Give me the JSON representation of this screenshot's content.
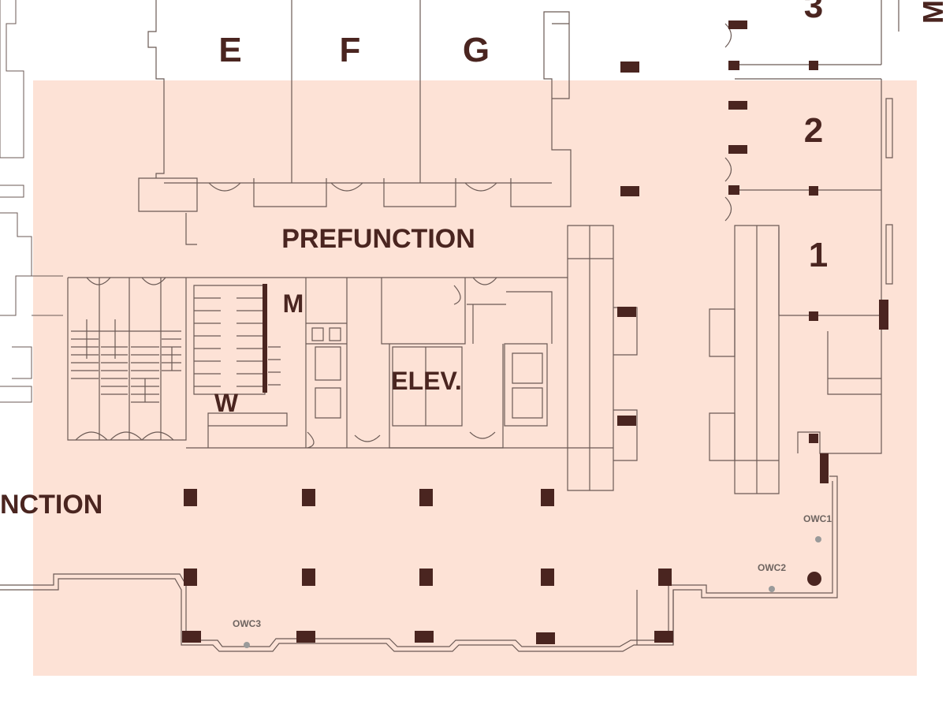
{
  "map": {
    "highlight_color": "#fde2d6",
    "wall_color": "#6b5a55",
    "label_color": "#4a2520",
    "rooms": [
      {
        "id": "E",
        "label": "E"
      },
      {
        "id": "F",
        "label": "F"
      },
      {
        "id": "G",
        "label": "G"
      },
      {
        "id": "3",
        "label": "3"
      },
      {
        "id": "2",
        "label": "2"
      },
      {
        "id": "1",
        "label": "1"
      },
      {
        "id": "MI",
        "label": "MI"
      }
    ],
    "areas": {
      "prefunction": "PREFUNCTION",
      "prefunction_left": "NCTION",
      "elevators": "ELEV.",
      "mens_restroom": "M",
      "womens_restroom": "W"
    },
    "sensors": [
      {
        "id": "OWC1",
        "label": "OWC1"
      },
      {
        "id": "OWC2",
        "label": "OWC2"
      },
      {
        "id": "OWC3",
        "label": "OWC3"
      }
    ]
  }
}
